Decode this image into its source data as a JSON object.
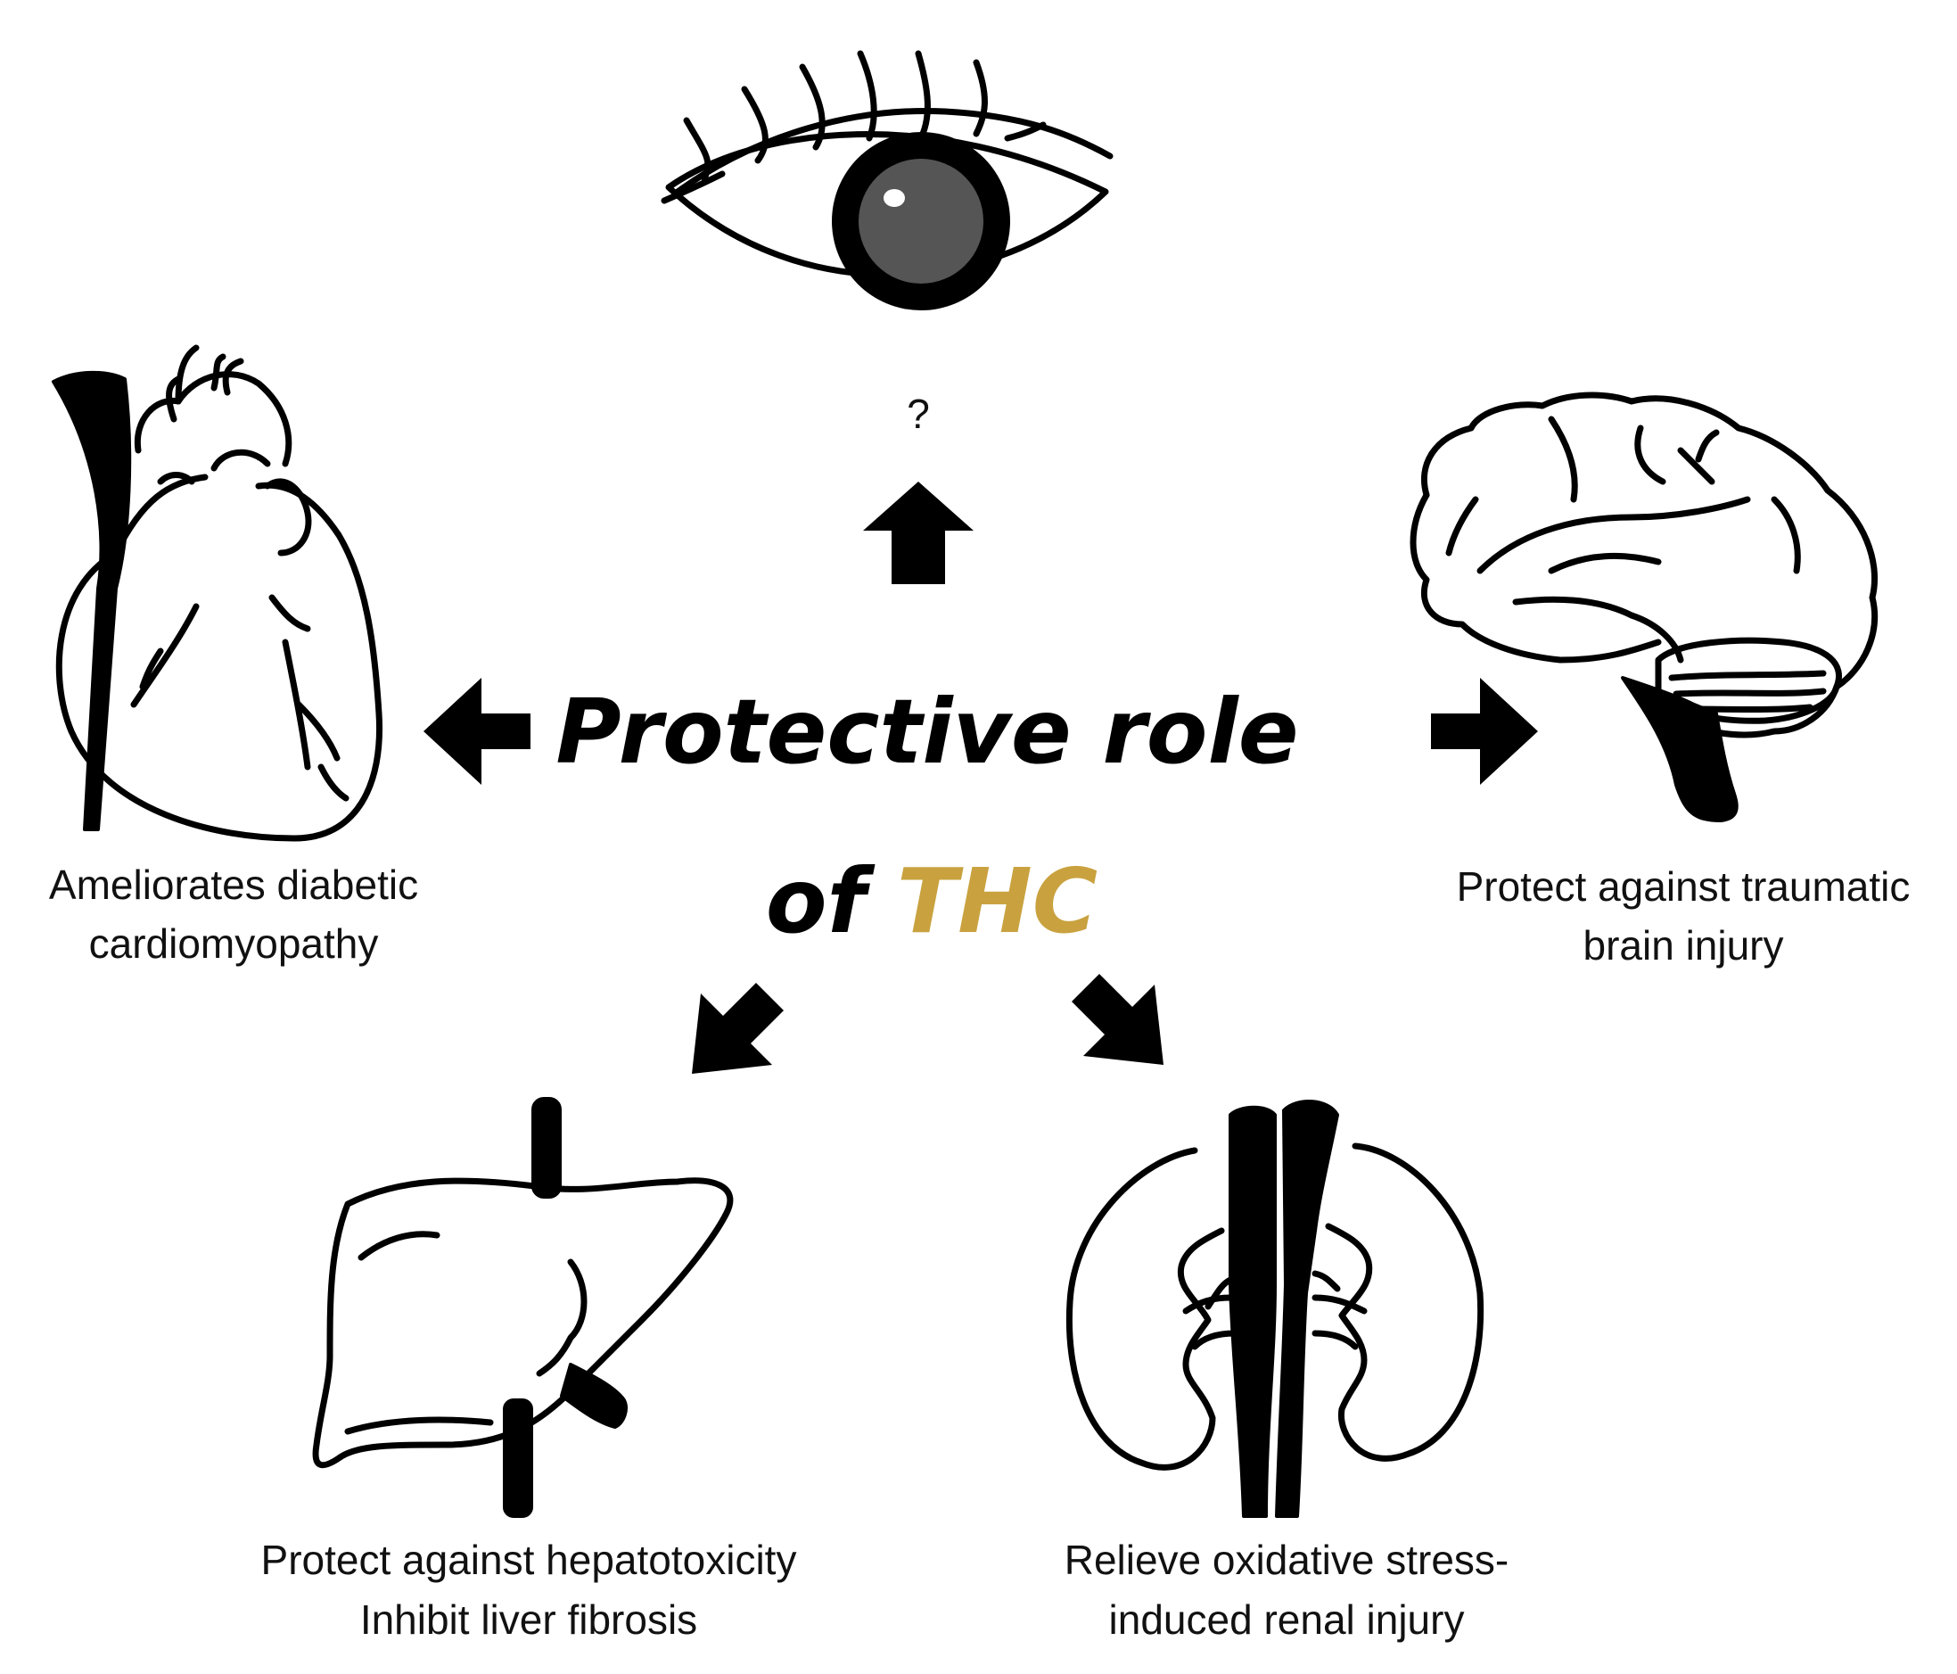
{
  "title": {
    "line1": "Protective role",
    "line2_prefix": "of ",
    "line2_highlight": "THC"
  },
  "colors": {
    "highlight": "#C9A23F",
    "ink": "#000000",
    "eye_iris": "#555555"
  },
  "nodes": {
    "eye": {
      "icon": "eye-icon",
      "caption": "?"
    },
    "heart": {
      "icon": "heart-icon",
      "caption_line1": "Ameliorates diabetic",
      "caption_line2": "cardiomyopathy"
    },
    "brain": {
      "icon": "brain-icon",
      "caption_line1": "Protect against traumatic",
      "caption_line2": "brain injury"
    },
    "liver": {
      "icon": "liver-icon",
      "caption_line1": "Protect against hepatotoxicity",
      "caption_line2": "Inhibit liver fibrosis"
    },
    "kidney": {
      "icon": "kidney-icon",
      "caption_line1": "Relieve oxidative stress-",
      "caption_line2": "induced renal injury"
    }
  }
}
